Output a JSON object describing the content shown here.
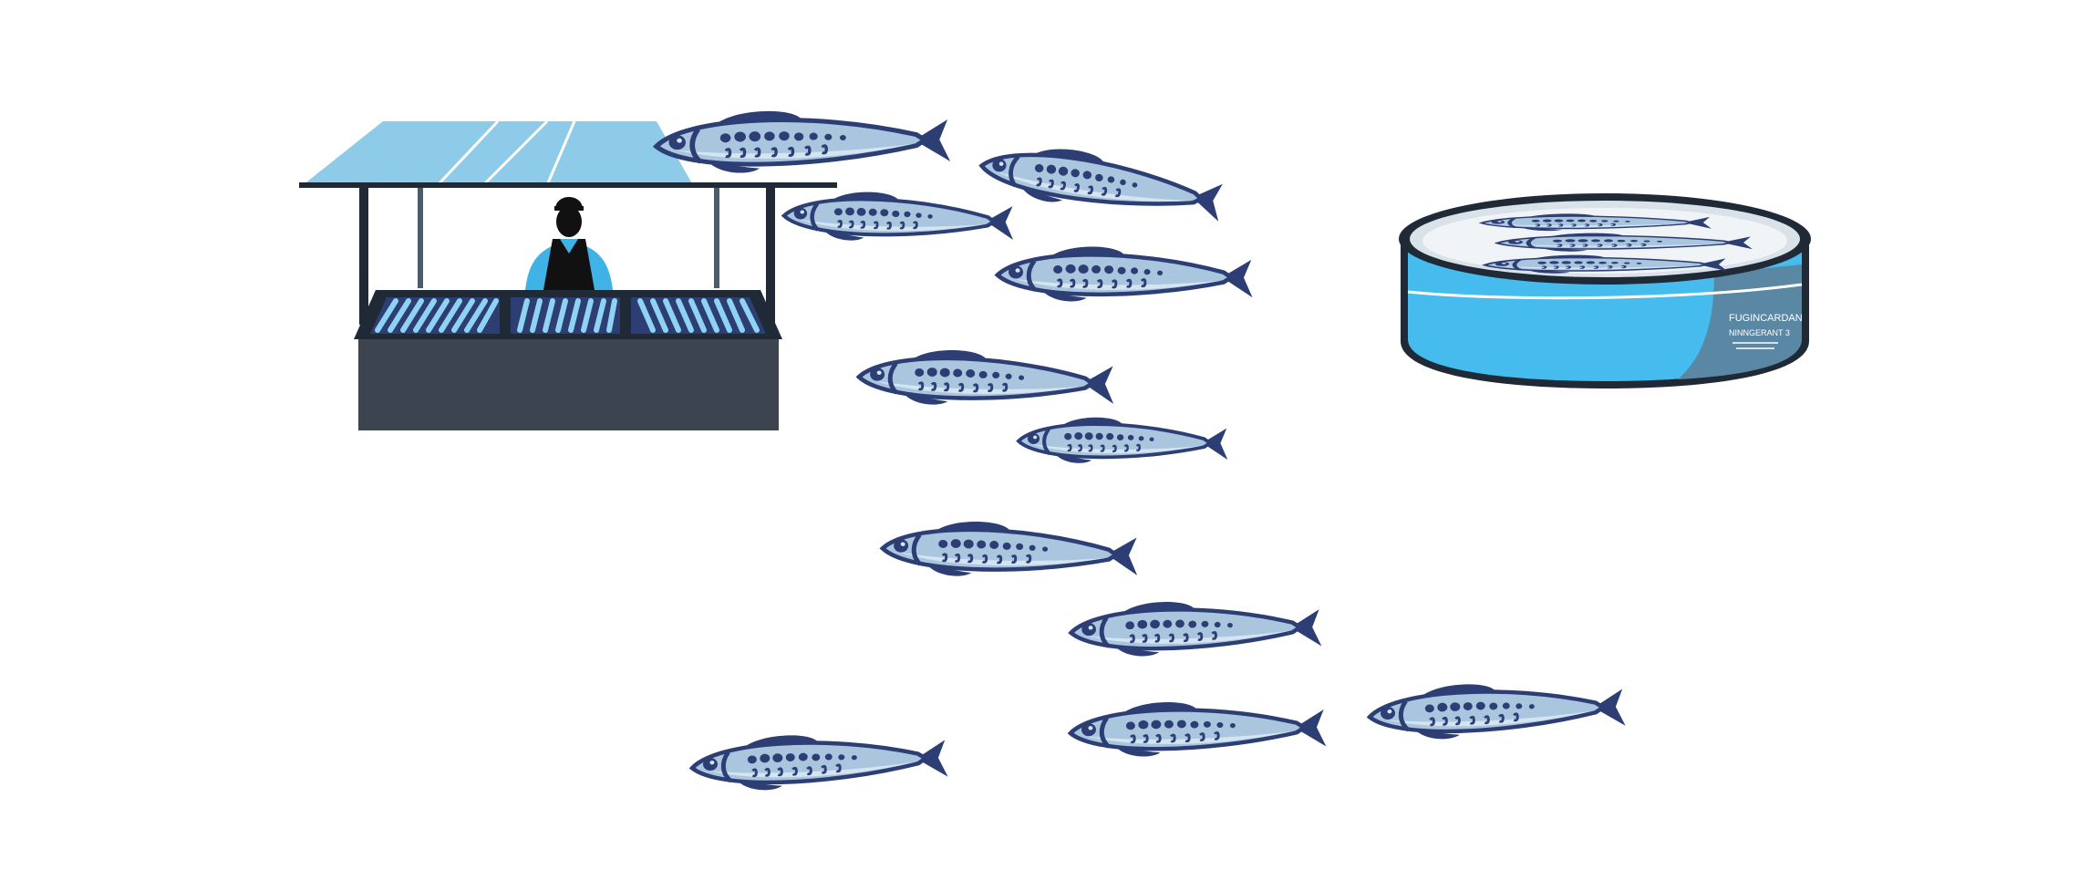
{
  "colors": {
    "background": "#ffffff",
    "fish_body": "#a9c6de",
    "fish_belly": "#d4e4f1",
    "fish_dark": "#2d3e75",
    "awning": "#8ecbe8",
    "stall_base": "#3c444f",
    "can_body": "#45bced",
    "can_shade": "#5a87a3",
    "can_rim": "#1f2a36",
    "vendor_shirt": "#3fb3e6"
  },
  "icons": {
    "stall": "market-stall-icon",
    "vendor": "fish-vendor-icon",
    "fish": "sardine-icon",
    "can": "sardine-can-icon"
  },
  "can": {
    "label_line1": "FUGINCARDAN",
    "label_line2": "NINNGERANT 3"
  },
  "fish_count": 11
}
